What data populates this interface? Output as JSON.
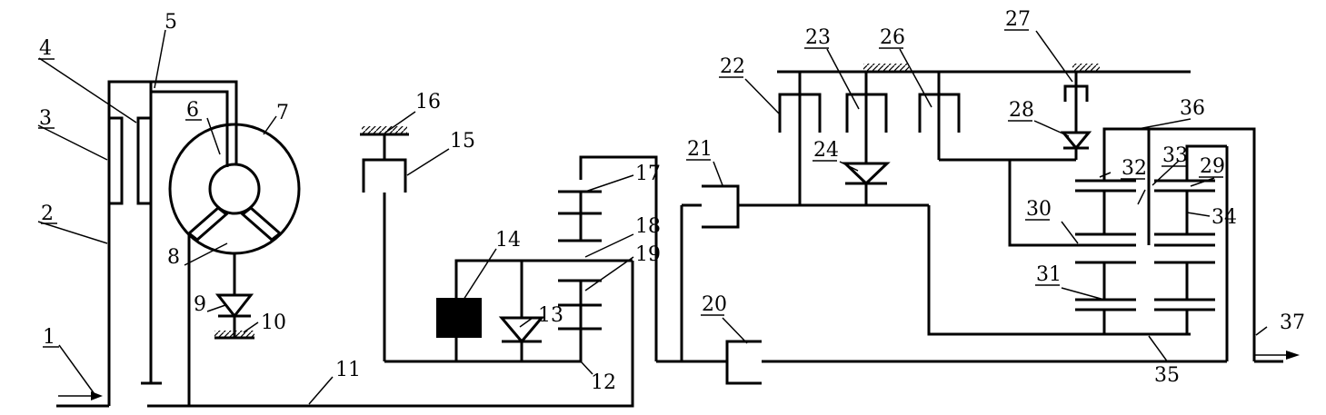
{
  "diagram": {
    "labels": [
      "1",
      "2",
      "3",
      "4",
      "5",
      "6",
      "7",
      "8",
      "9",
      "10",
      "11",
      "12",
      "13",
      "14",
      "15",
      "16",
      "17",
      "18",
      "19",
      "20",
      "21",
      "22",
      "23",
      "24",
      "26",
      "27",
      "28",
      "29",
      "30",
      "31",
      "32",
      "33",
      "34",
      "35",
      "36",
      "37"
    ]
  }
}
